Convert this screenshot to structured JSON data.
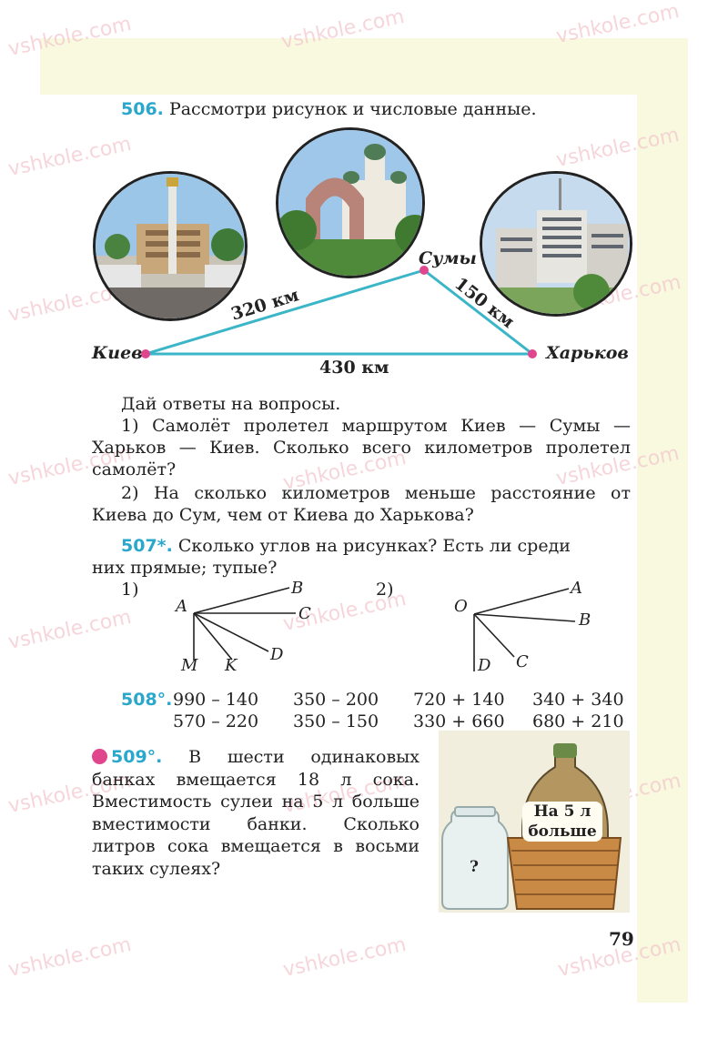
{
  "watermark": "vshkole.com",
  "task506": {
    "number": "506.",
    "heading": "Рассмотри рисунок и числовые данные.",
    "cities": {
      "kiev": "Киев",
      "sumy": "Сумы",
      "kharkov": "Харьков"
    },
    "distances": {
      "kiev_sumy": "320 км",
      "sumy_kharkov": "150 км",
      "kiev_kharkov": "430 км"
    },
    "intro": "Дай ответы на вопросы.",
    "q1": "1) Самолёт пролетел маршрутом Киев — Сумы — Харьков — Киев. Сколько всего километров пролетел самолёт?",
    "q2": "2) На сколько километров меньше расстояние от Киева до Сум, чем от Киева до Харькова?"
  },
  "task507": {
    "number": "507*.",
    "line1": "Сколько углов на рисунках? Есть ли среди",
    "line2": "них прямые; тупые?",
    "fig1": {
      "label": "1)",
      "vertex": "A",
      "points": [
        "B",
        "C",
        "D",
        "K",
        "M"
      ]
    },
    "fig2": {
      "label": "2)",
      "vertex": "O",
      "points": [
        "A",
        "B",
        "C",
        "D"
      ]
    }
  },
  "task508": {
    "number": "508°.",
    "row1": [
      "990 – 140",
      "350 – 200",
      "720 + 140",
      "340 + 340"
    ],
    "row2": [
      "570 – 220",
      "350 – 150",
      "330 + 660",
      "680 + 210"
    ]
  },
  "task509": {
    "number": "509°.",
    "text": "В шести одинаковых банках вмещается 18 л сока. Вместимость сулеи на 5 л больше вместимости банки. Сколько литров сока вмещается в восьми таких сулеях?",
    "jar_label": "?",
    "bottle_label_line1": [
      "На",
      "5",
      "л"
    ],
    "bottle_label_line2": "больше"
  },
  "page_number": "79",
  "colors": {
    "accent": "#2aa7cc",
    "line": "#3bb5c8",
    "dot": "#e0468e",
    "band": "#f8f9de"
  }
}
